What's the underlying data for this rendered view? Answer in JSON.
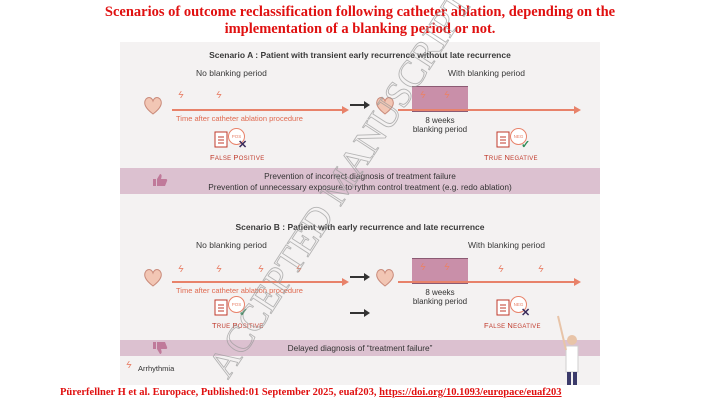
{
  "title": "Scenarios of outcome reclassification following catheter ablation, depending on the implementation of a blanking period or not.",
  "scenario_a": {
    "title": "Scenario A : Patient with transient early recurrence without late recurrence",
    "no_blanking": "No blanking period",
    "with_blanking": "With blanking period",
    "timeline_label": "Time after catheter ablation procedure",
    "blanking_weeks": "8 weeks",
    "blanking_period": "blanking period",
    "badge_left": "POS",
    "badge_right": "NEG",
    "result_left": "False positive",
    "result_right": "True negative",
    "band_line1": "Prevention of incorrect diagnosis of treatment failure",
    "band_line2": "Prevention of unnecessary exposure to rythm control treatment (e.g. redo ablation)"
  },
  "scenario_b": {
    "title": "Scenario B : Patient with early recurrence and late recurrence",
    "no_blanking": "No blanking period",
    "with_blanking": "With blanking period",
    "timeline_label": "Time after catheter ablation procedure",
    "blanking_weeks": "8 weeks",
    "blanking_period": "blanking period",
    "badge_left": "POS",
    "badge_right": "NEG",
    "result_left": "True positive",
    "result_right": "False negative",
    "band_line1": "Delayed diagnosis of “treatment failure”"
  },
  "legend": {
    "arrhythmia": "Arrhythmia"
  },
  "watermark": "ACCEPTED MANUSCRIPT",
  "citation": {
    "text": "Pürerfellner H et al. Europace, Published:01 September 2025, euaf203, ",
    "link": "https://doi.org/10.1093/europace/euaf203"
  },
  "colors": {
    "title_red": "#e01010",
    "timeline": "#e8826a",
    "blanking": "#c98fa9",
    "band": "#dcc1d0"
  }
}
